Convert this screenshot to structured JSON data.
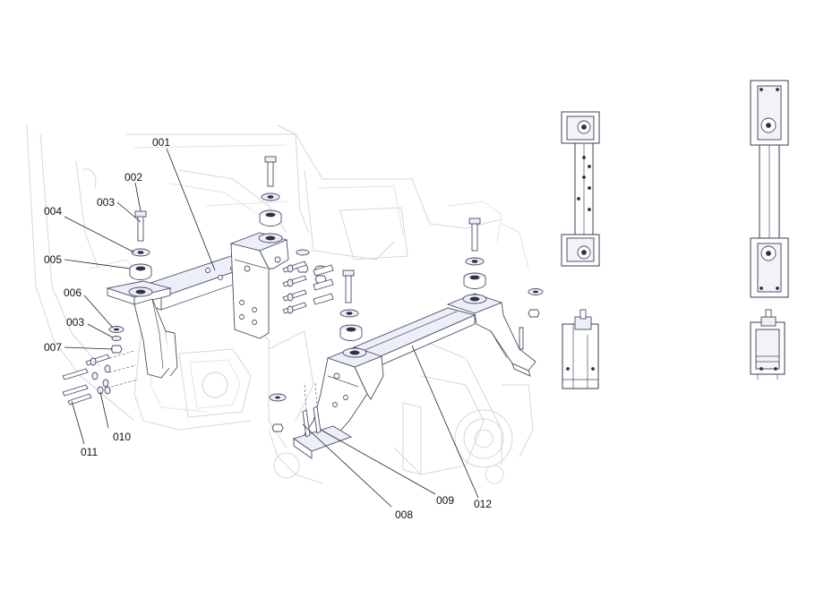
{
  "callouts": [
    {
      "id": "c001",
      "text": "001"
    },
    {
      "id": "c002",
      "text": "002"
    },
    {
      "id": "c003a",
      "text": "003"
    },
    {
      "id": "c004",
      "text": "004"
    },
    {
      "id": "c005",
      "text": "005"
    },
    {
      "id": "c006",
      "text": "006"
    },
    {
      "id": "c003b",
      "text": "003"
    },
    {
      "id": "c007",
      "text": "007"
    },
    {
      "id": "c010",
      "text": "010"
    },
    {
      "id": "c011",
      "text": "011"
    },
    {
      "id": "c008",
      "text": "008"
    },
    {
      "id": "c009",
      "text": "009"
    },
    {
      "id": "c012",
      "text": "012"
    }
  ],
  "colors": {
    "line": "#4a4d63",
    "ghost": "#d4d6df",
    "fill": "#eceef8"
  }
}
